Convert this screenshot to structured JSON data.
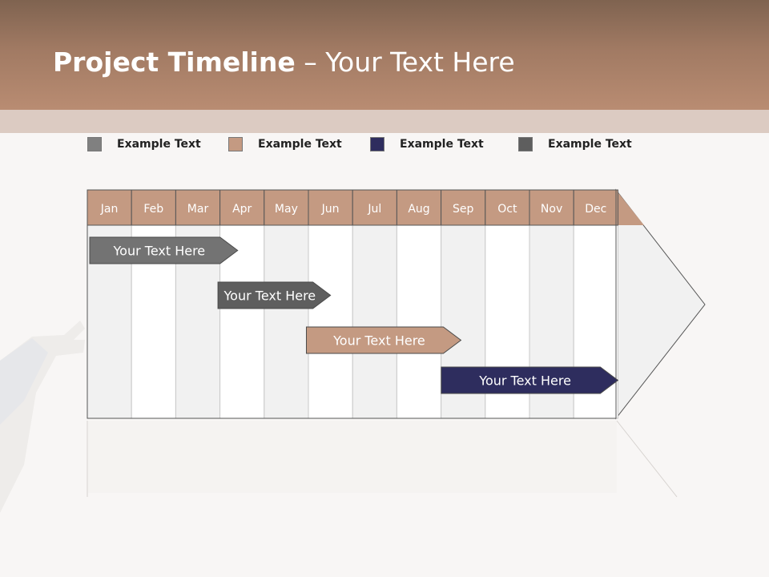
{
  "title": {
    "bold": "Project Timeline",
    "regular": " – Your Text Here"
  },
  "legend": [
    {
      "label": "Example Text",
      "color": "#808080"
    },
    {
      "label": "Example Text",
      "color": "#c49a82"
    },
    {
      "label": "Example Text",
      "color": "#2e2d5e"
    },
    {
      "label": "Example Text",
      "color": "#5e5e5e"
    }
  ],
  "timeline": {
    "months": [
      "Jan",
      "Feb",
      "Mar",
      "Apr",
      "May",
      "Jun",
      "Jul",
      "Aug",
      "Sep",
      "Oct",
      "Nov",
      "Dec"
    ],
    "header_color": "#c49a82",
    "tasks": [
      {
        "label": "Your  Text Here",
        "start_month": 1.0,
        "end_month": 4.4,
        "color": "#737373"
      },
      {
        "label": "Your  Text Here",
        "start_month": 3.9,
        "end_month": 6.5,
        "color": "#5e5e5e"
      },
      {
        "label": "Your  Text Here",
        "start_month": 5.9,
        "end_month": 9.45,
        "color": "#c49a82"
      },
      {
        "label": "Your  Text Here",
        "start_month": 8.95,
        "end_month": 13.0,
        "color": "#2e2d5e"
      }
    ]
  }
}
